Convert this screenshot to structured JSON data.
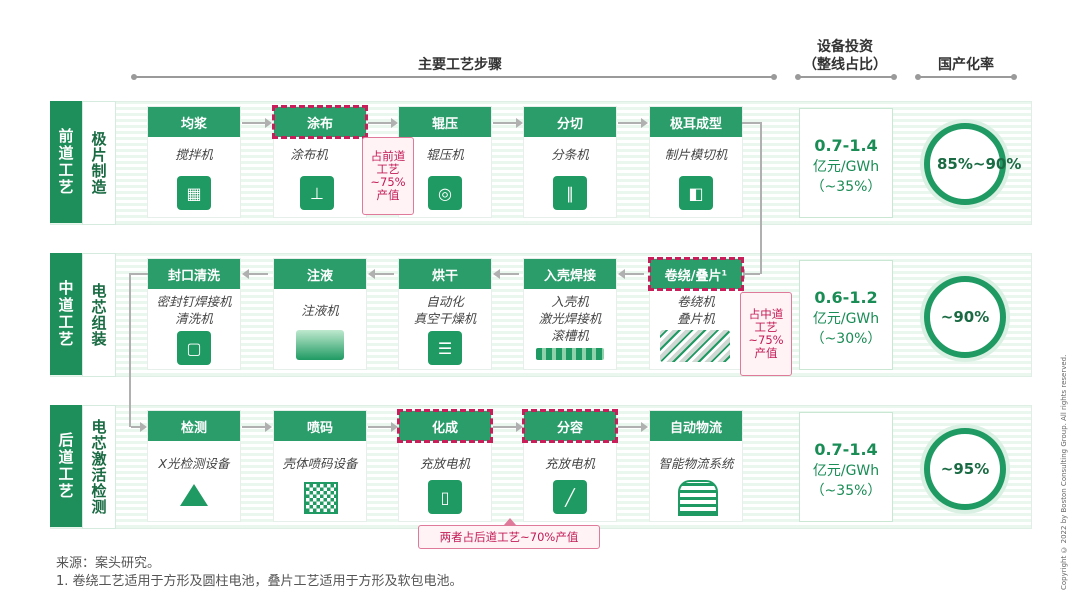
{
  "headers": {
    "main_steps": "主要工艺步骤",
    "investment_line1": "设备投资",
    "investment_line2": "（整线占比）",
    "localization": "国产化率"
  },
  "rows": [
    {
      "phase": "前道工艺",
      "subphase": "极片制造",
      "steps": [
        {
          "name": "均浆",
          "machine": "搅拌机",
          "icon": "mixer-icon"
        },
        {
          "name": "涂布",
          "machine": "涂布机",
          "icon": "coater-icon"
        },
        {
          "name": "辊压",
          "machine": "辊压机",
          "icon": "roller-icon"
        },
        {
          "name": "分切",
          "machine": "分条机",
          "icon": "slitter-icon"
        },
        {
          "name": "极耳成型",
          "machine": "制片模切机",
          "icon": "die-cut-icon"
        }
      ],
      "investment": {
        "range": "0.7-1.4",
        "unit": "亿元/GWh",
        "share": "（~35%）"
      },
      "localization": "85%~90%"
    },
    {
      "phase": "中道工艺",
      "subphase": "电芯组装",
      "steps": [
        {
          "name": "封口清洗",
          "machine": "密封钉焊接机\n清洗机",
          "icon": "cleaner-icon"
        },
        {
          "name": "注液",
          "machine": "注液机",
          "icon": "injector-icon"
        },
        {
          "name": "烘干",
          "machine": "自动化\n真空干燥机",
          "icon": "dryer-icon"
        },
        {
          "name": "入壳焊接",
          "machine": "入壳机\n激光焊接机\n滚槽机",
          "icon": "welder-icon"
        },
        {
          "name": "卷绕/叠片¹",
          "machine": "卷绕机\n叠片机",
          "icon": "winder-icon"
        }
      ],
      "investment": {
        "range": "0.6-1.2",
        "unit": "亿元/GWh",
        "share": "（~30%）"
      },
      "localization": "~90%"
    },
    {
      "phase": "后道工艺",
      "subphase": "电芯激活检测",
      "steps": [
        {
          "name": "检测",
          "machine": "X光检测设备",
          "icon": "xray-icon"
        },
        {
          "name": "喷码",
          "machine": "壳体喷码设备",
          "icon": "qr-code-icon"
        },
        {
          "name": "化成",
          "machine": "充放电机",
          "icon": "battery-icon"
        },
        {
          "name": "分容",
          "machine": "充放电机",
          "icon": "chart-icon"
        },
        {
          "name": "自动物流",
          "machine": "智能物流系统",
          "icon": "warehouse-icon"
        }
      ],
      "investment": {
        "range": "0.7-1.4",
        "unit": "亿元/GWh",
        "share": "（~35%）"
      },
      "localization": "~95%"
    }
  ],
  "callouts": {
    "front": "占前道\n工艺\n~75%\n产值",
    "middle": "占中道\n工艺\n~75%\n产值",
    "back": "两者占后道工艺~70%产值"
  },
  "source": "来源：案头研究。",
  "footnote": "1. 卷绕工艺适用于方形及圆柱电池，叠片工艺适用于方形及软包电池。",
  "copyright": "Copyright © 2022 by Boston Consulting Group. All rights reserved."
}
